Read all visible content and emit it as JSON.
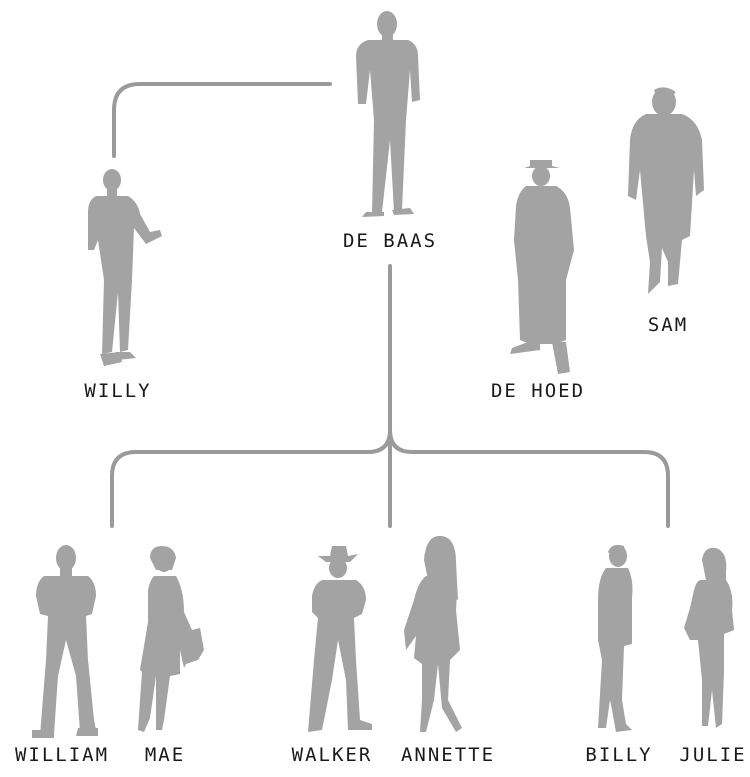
{
  "people": {
    "boss": {
      "name": "DE BAAS"
    },
    "willy": {
      "name": "WILLY"
    },
    "de_hoed": {
      "name": "DE HOED"
    },
    "sam": {
      "name": "SAM"
    },
    "william": {
      "name": "WILLIAM"
    },
    "mae": {
      "name": "MAE"
    },
    "walker": {
      "name": "WALKER"
    },
    "annette": {
      "name": "ANNETTE"
    },
    "billy": {
      "name": "BILLY"
    },
    "julie": {
      "name": "JULIE"
    }
  },
  "colors": {
    "silhouette": "#a3a3a3",
    "connector": "#9a9a9a",
    "text": "#1a1a1a",
    "background": "#ffffff"
  }
}
